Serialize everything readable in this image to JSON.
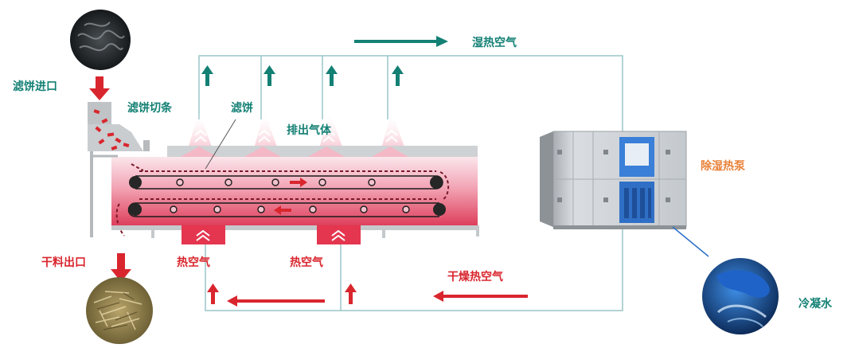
{
  "labels": {
    "filter_cake_inlet": "滤饼进口",
    "filter_cake_strips": "滤饼切条",
    "filter_cake": "滤饼",
    "exhaust_gas": "排出气体",
    "humid_hot_air": "湿热空气",
    "dehumidifying_heat_pump": "除湿热泵",
    "dry_material_outlet": "干料出口",
    "hot_air_left": "热空气",
    "hot_air_right": "热空气",
    "dry_hot_air": "干燥热空气",
    "condensed_water": "冷凝水"
  },
  "colors": {
    "teal": "#138074",
    "red": "#d9262e",
    "orange": "#e8823a",
    "pipe": "#9ac5c8",
    "oven_top": "#f8dde4",
    "oven_bottom": "#e0455f",
    "machine": "#cfd3d7",
    "panel_blue": "#2f6fc6"
  },
  "icons": {
    "inlet_photo": "filter-cake-photo",
    "outlet_photo": "dried-material-photo",
    "water_photo": "condensate-photo"
  }
}
